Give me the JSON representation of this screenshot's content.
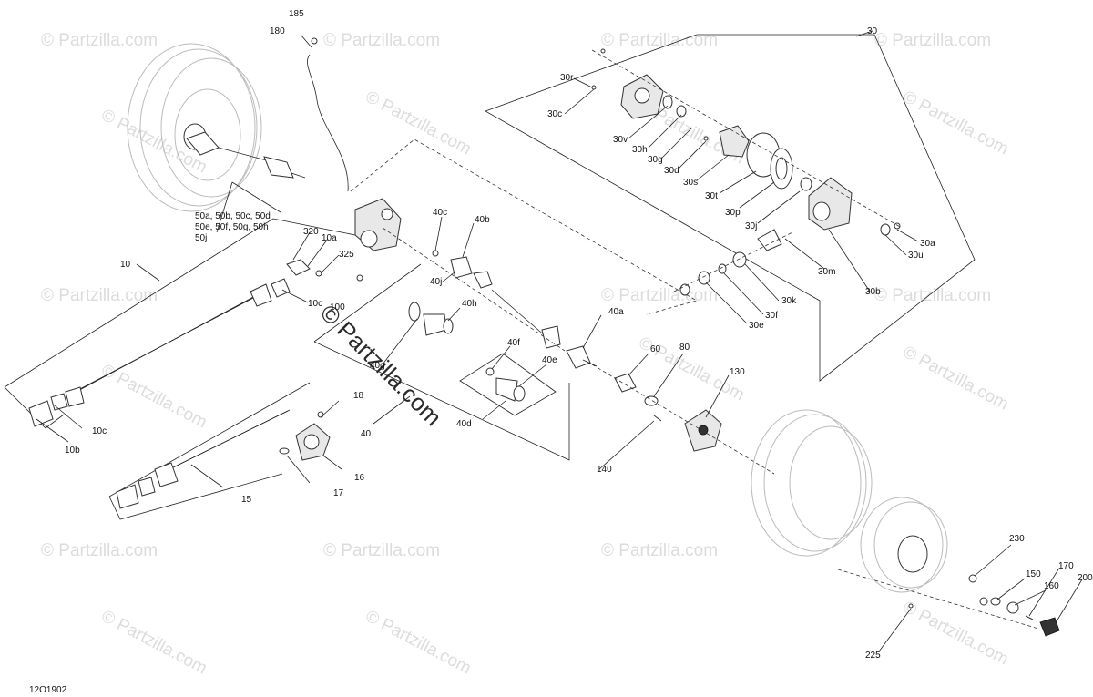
{
  "diagram_code": "12O1902",
  "watermark_text": "© Partzilla.com",
  "watermark_big": "© Partzilla.com",
  "labels": [
    {
      "id": "185",
      "text": "185"
    },
    {
      "id": "180",
      "text": "180"
    },
    {
      "id": "30",
      "text": "30"
    },
    {
      "id": "30r",
      "text": "30r"
    },
    {
      "id": "30c",
      "text": "30c"
    },
    {
      "id": "30v",
      "text": "30v"
    },
    {
      "id": "30h",
      "text": "30h"
    },
    {
      "id": "30g",
      "text": "30g"
    },
    {
      "id": "30d",
      "text": "30d"
    },
    {
      "id": "30s",
      "text": "30s"
    },
    {
      "id": "30t",
      "text": "30t"
    },
    {
      "id": "30p",
      "text": "30p"
    },
    {
      "id": "30j",
      "text": "30j"
    },
    {
      "id": "30a",
      "text": "30a"
    },
    {
      "id": "30u",
      "text": "30u"
    },
    {
      "id": "30m",
      "text": "30m"
    },
    {
      "id": "30b",
      "text": "30b"
    },
    {
      "id": "30k",
      "text": "30k"
    },
    {
      "id": "30f",
      "text": "30f"
    },
    {
      "id": "30e",
      "text": "30e"
    },
    {
      "id": "50-line1",
      "text": "50a, 50b, 50c, 50d"
    },
    {
      "id": "50-line2",
      "text": "50e, 50f, 50g, 50h"
    },
    {
      "id": "50-line3",
      "text": "50j"
    },
    {
      "id": "320",
      "text": "320"
    },
    {
      "id": "10a",
      "text": "10a"
    },
    {
      "id": "325",
      "text": "325"
    },
    {
      "id": "10",
      "text": "10"
    },
    {
      "id": "10c-a",
      "text": "10c"
    },
    {
      "id": "100",
      "text": "100"
    },
    {
      "id": "10c-b",
      "text": "10c"
    },
    {
      "id": "10b",
      "text": "10b"
    },
    {
      "id": "40c",
      "text": "40c"
    },
    {
      "id": "40b",
      "text": "40b"
    },
    {
      "id": "40j",
      "text": "40j"
    },
    {
      "id": "40h",
      "text": "40h"
    },
    {
      "id": "40g",
      "text": "40g"
    },
    {
      "id": "40a",
      "text": "40a"
    },
    {
      "id": "40f",
      "text": "40f"
    },
    {
      "id": "40e",
      "text": "40e"
    },
    {
      "id": "40d",
      "text": "40d"
    },
    {
      "id": "40",
      "text": "40"
    },
    {
      "id": "60",
      "text": "60"
    },
    {
      "id": "80",
      "text": "80"
    },
    {
      "id": "130",
      "text": "130"
    },
    {
      "id": "140",
      "text": "140"
    },
    {
      "id": "18",
      "text": "18"
    },
    {
      "id": "16",
      "text": "16"
    },
    {
      "id": "17",
      "text": "17"
    },
    {
      "id": "15",
      "text": "15"
    },
    {
      "id": "230",
      "text": "230"
    },
    {
      "id": "150",
      "text": "150"
    },
    {
      "id": "160",
      "text": "160"
    },
    {
      "id": "170",
      "text": "170"
    },
    {
      "id": "200",
      "text": "200"
    },
    {
      "id": "225",
      "text": "225"
    }
  ]
}
